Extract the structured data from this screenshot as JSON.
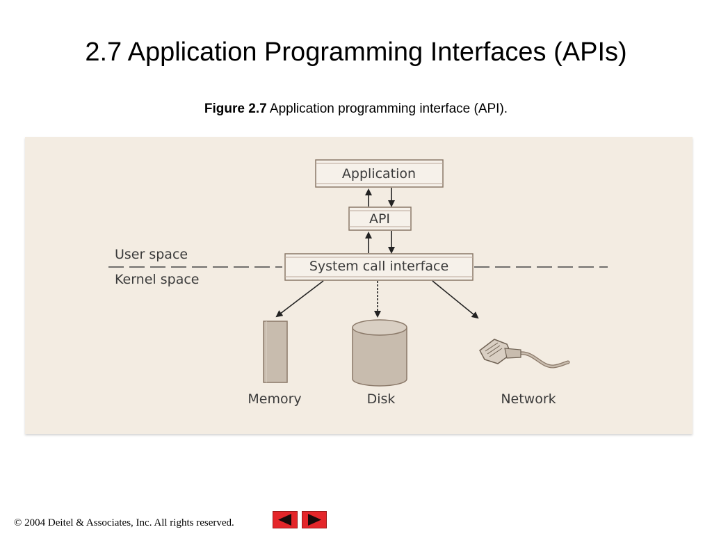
{
  "slide": {
    "title": "2.7 Application Programming Interfaces (APIs)"
  },
  "caption": {
    "label": "Figure 2.7",
    "text": " Application programming interface (API)."
  },
  "diagram": {
    "application_label": "Application",
    "api_label": "API",
    "system_call_label": "System call interface",
    "user_space_label": "User space",
    "kernel_space_label": "Kernel space",
    "memory_label": "Memory",
    "disk_label": "Disk",
    "network_label": "Network"
  },
  "footer": {
    "copyright_symbol": "©",
    "text": " 2004 Deitel & Associates, Inc.  All rights reserved."
  },
  "colors": {
    "panel_background": "#f3ece2",
    "box_fill": "#f6f1ea",
    "device_fill": "#c8bcae",
    "nav_button": "#e4262a"
  },
  "icons": {
    "prev": "triangle-left-icon",
    "next": "triangle-right-icon",
    "network": "ethernet-plug-icon"
  }
}
